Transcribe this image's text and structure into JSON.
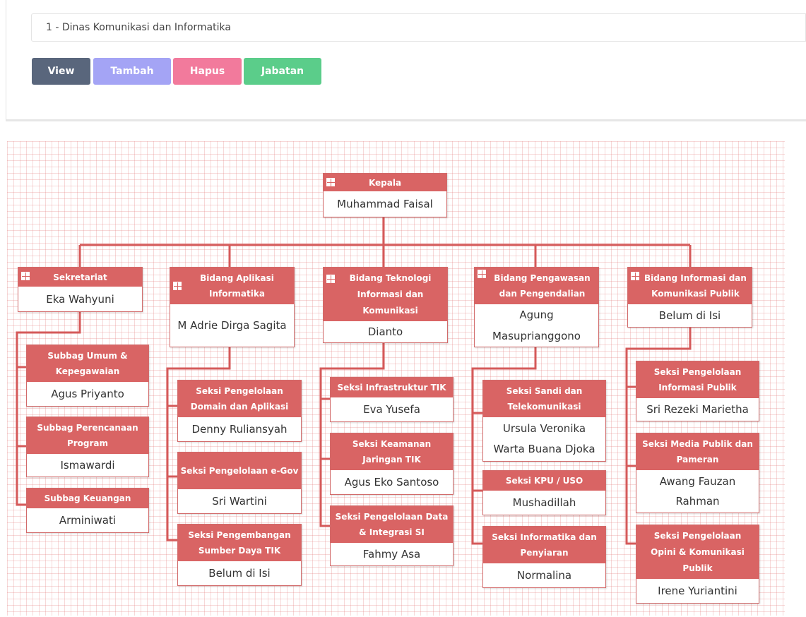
{
  "selector": {
    "value": "1 - Dinas Komunikasi dan Informatika"
  },
  "buttons": {
    "view": "View",
    "tambah": "Tambah",
    "hapus": "Hapus",
    "jabatan": "Jabatan"
  },
  "colors": {
    "node_header": "#d96464",
    "connector": "#d55a5a",
    "grid": "#e48282"
  },
  "org": {
    "kepala": {
      "title": "Kepala",
      "name": "Muhammad Faisal"
    },
    "sekretariat": {
      "title": "Sekretariat",
      "name": "Eka Wahyuni"
    },
    "subbag_umum": {
      "title": "Subbag Umum & Kepegawaian",
      "name": "Agus Priyanto"
    },
    "subbag_perencanaan": {
      "title": "Subbag Perencanaan Program",
      "name": "Ismawardi"
    },
    "subbag_keuangan": {
      "title": "Subbag Keuangan",
      "name": "Arminiwati"
    },
    "bidang_aplikasi": {
      "title": "Bidang Aplikasi Informatika",
      "name": "M Adrie Dirga Sagita"
    },
    "seksi_domain": {
      "title": "Seksi Pengelolaan Domain dan Aplikasi",
      "name": "Denny Ruliansyah"
    },
    "seksi_egov": {
      "title": "Seksi Pengelolaan e-Gov",
      "name": "Sri Wartini"
    },
    "seksi_sdm": {
      "title": "Seksi Pengembangan Sumber Daya TIK",
      "name": "Belum di Isi"
    },
    "bidang_tik": {
      "title": "Bidang Teknologi Informasi dan Komunikasi",
      "name": "Dianto"
    },
    "seksi_infra": {
      "title": "Seksi Infrastruktur TIK",
      "name": "Eva Yusefa"
    },
    "seksi_keamanan": {
      "title": "Seksi Keamanan Jaringan TIK",
      "name": "Agus Eko Santoso"
    },
    "seksi_data": {
      "title": "Seksi Pengelolaan Data & Integrasi SI",
      "name": "Fahmy Asa"
    },
    "bidang_pengawasan": {
      "title": "Bidang Pengawasan dan Pengendalian",
      "name": "Agung Masuprianggono"
    },
    "seksi_sandi": {
      "title": "Seksi Sandi dan Telekomunikasi",
      "name": "Ursula Veronika Warta Buana Djoka"
    },
    "seksi_kpu": {
      "title": "Seksi KPU / USO",
      "name": "Mushadillah"
    },
    "seksi_penyiaran": {
      "title": "Seksi Informatika dan Penyiaran",
      "name": "Normalina"
    },
    "bidang_ikp": {
      "title": "Bidang Informasi dan Komunikasi Publik",
      "name": "Belum di Isi"
    },
    "seksi_info_publik": {
      "title": "Seksi Pengelolaan Informasi Publik",
      "name": "Sri Rezeki Marietha"
    },
    "seksi_media": {
      "title": "Seksi Media Publik dan Pameran",
      "name": "Awang Fauzan Rahman"
    },
    "seksi_opini": {
      "title": "Seksi Pengelolaan Opini & Komunikasi Publik",
      "name": "Irene Yuriantini"
    }
  }
}
